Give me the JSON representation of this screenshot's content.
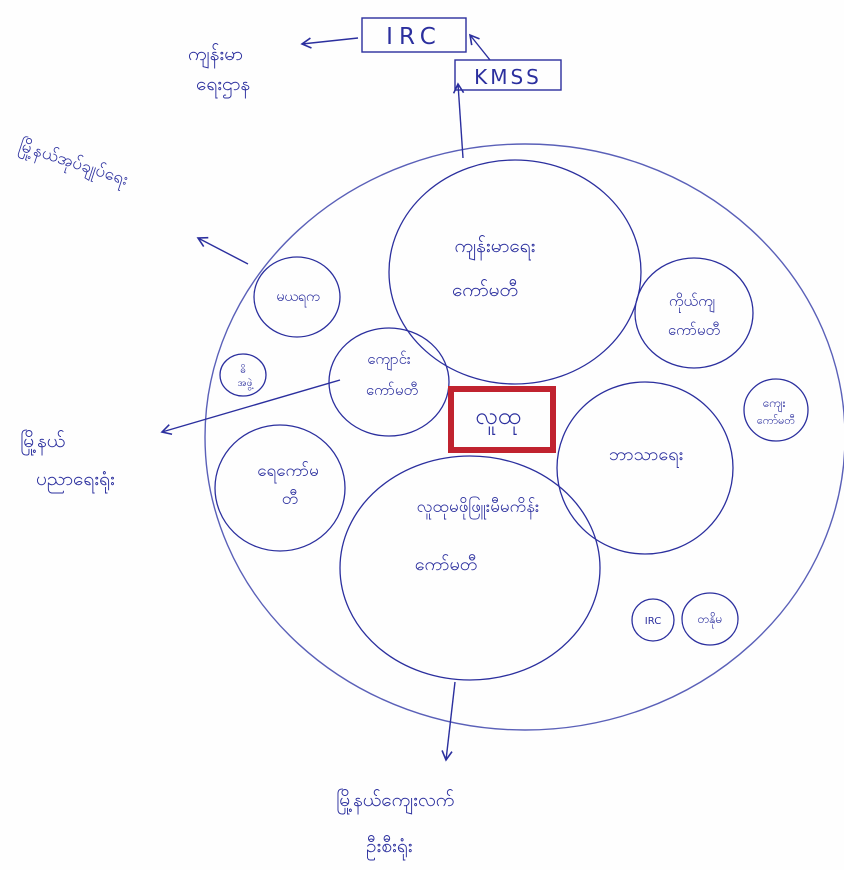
{
  "colors": {
    "ink": "#2b2f9e",
    "line": "#5a60b8",
    "highlight": "#c0232f",
    "paper": "#fefefe"
  },
  "diagram": {
    "top_boxes": {
      "irc": "IRC",
      "kmss": "KMSS"
    },
    "outer_labels": {
      "health_access": [
        "ကျန်းမာ",
        "ရေးဌာန"
      ],
      "village_relations": [
        "မြို့နယ်အုပ်ချုပ်ရေး"
      ],
      "township_education": [
        "မြို့နယ်",
        "ပညာရေးရုံး"
      ],
      "township_agriculture": [
        "မြို့နယ်ကျေးလက်",
        "ဦးစီးရုံး"
      ]
    },
    "circles": {
      "health_committee": [
        "ကျန်းမာရေး",
        "ကော်မတီ"
      ],
      "mother_group": [
        "မယရက"
      ],
      "youth_group": [
        "ဓိ",
        "အဖွဲ့"
      ],
      "school_committee": [
        "ကျောင်း",
        "ကော်မတီ"
      ],
      "religious_committee": [
        "ဘာသာရေး"
      ],
      "water_committee": [
        "ရေကော်မ",
        "တီ"
      ],
      "village_elders": [
        "ကျေး",
        "ကော်မတီ"
      ],
      "social_committee": [
        "ကိုယ်ကျ",
        "ကော်မတီ"
      ],
      "main_committee": [
        "လူထုမဖိုဖြူးမီမကိန်း",
        "ကော်မတီ"
      ],
      "irc_small": [
        "IRC"
      ],
      "local_small": [
        "တနိုမ"
      ]
    },
    "center_box": "လူထု"
  }
}
